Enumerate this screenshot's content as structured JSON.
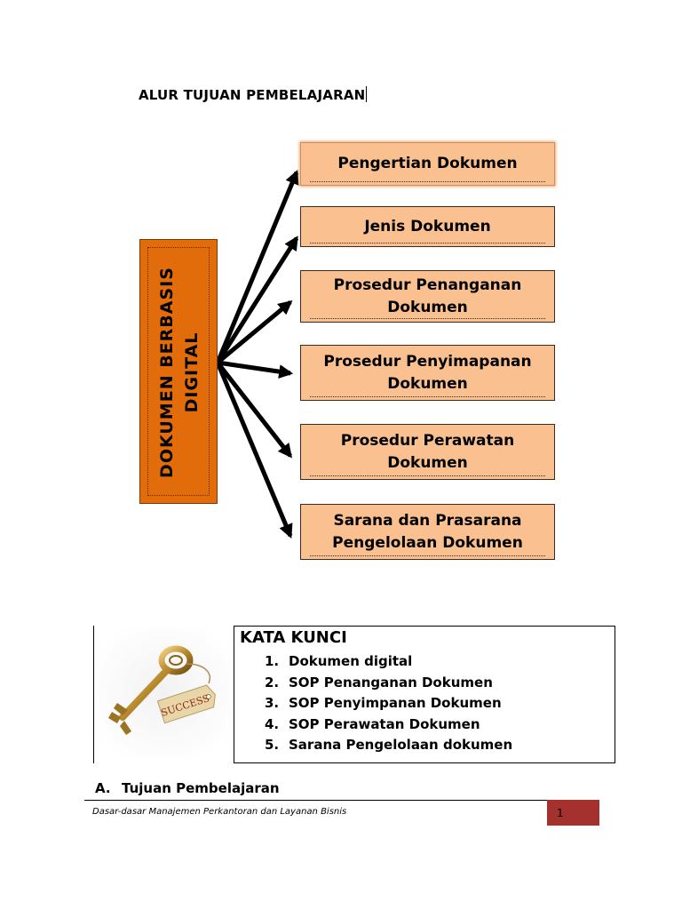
{
  "heading": "ALUR TUJUAN PEMBELAJARAN",
  "main_topic": "DOKUMEN BERBASIS DIGITAL",
  "topics": [
    "Pengertian  Dokumen",
    "Jenis Dokumen",
    "Prosedur Penanganan Dokumen",
    "Prosedur Penyimapanan Dokumen",
    "Prosedur Perawatan Dokumen",
    "Sarana dan Prasarana Pengelolaan Dokumen"
  ],
  "keywords": {
    "title": "KATA KUNCI",
    "image_tag": "SUCCESS",
    "items": [
      {
        "num": "1.",
        "text": "Dokumen digital"
      },
      {
        "num": "2.",
        "text": "SOP Penanganan Dokumen"
      },
      {
        "num": "3.",
        "text": "SOP Penyimpanan Dokumen"
      },
      {
        "num": "4.",
        "text": "SOP Perawatan Dokumen"
      },
      {
        "num": "5.",
        "text": "Sarana Pengelolaan dokumen"
      }
    ]
  },
  "section_a": {
    "letter": "A.",
    "title": "Tujuan Pembelajaran"
  },
  "footer": {
    "text": "Dasar-dasar Manajemen Perkantoran dan Layanan Bisnis",
    "page_number": "1"
  },
  "colors": {
    "main_box": "#e36c0a",
    "topic_box": "#fac090",
    "page_badge": "#a4312d"
  }
}
